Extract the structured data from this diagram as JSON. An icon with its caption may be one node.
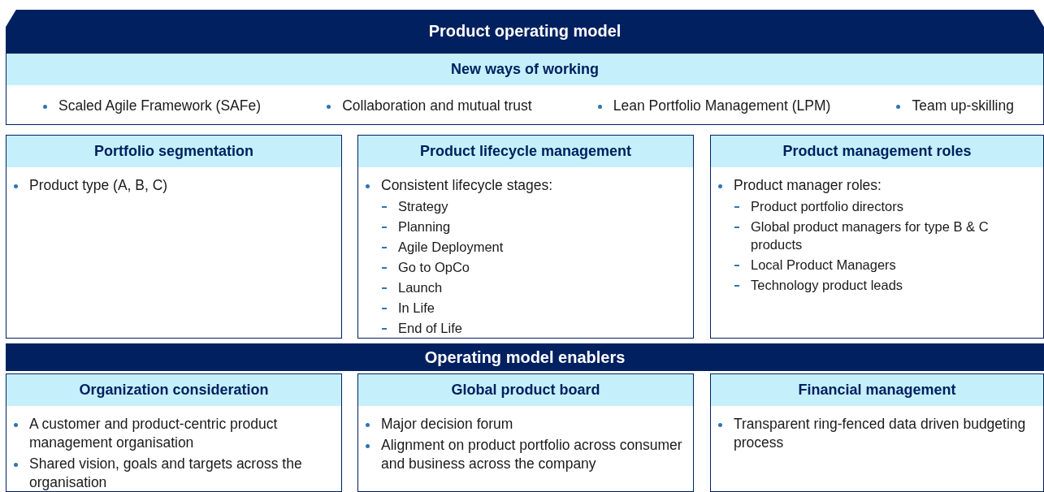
{
  "diagram": {
    "nodes": [
      {
        "text": [
          "Product operating model"
        ]
      },
      {
        "text": [
          "New ways of working",
          "Scaled Agile Framework (SAFe)",
          "Collaboration and mutual trust",
          "Lean Portfolio Management (LPM)",
          "Team up-skilling"
        ]
      },
      {
        "text": [
          "Portfolio segmentation",
          "Product type (A, B, C)"
        ]
      },
      {
        "text": [
          "Product lifecycle management",
          "Consistent lifecycle stages:",
          "Strategy",
          "Planning",
          "Agile Deployment",
          "Go to OpCo",
          "Launch",
          "In Life",
          "End of Life"
        ]
      },
      {
        "text": [
          "Product management roles",
          "Product manager roles:",
          "Product portfolio directors",
          "Global product managers for type B & C products",
          "Local Product Managers",
          "Technology product leads"
        ]
      },
      {
        "text": [
          "Operating model enablers"
        ]
      },
      {
        "text": [
          "Organization consideration",
          "A customer and product-centric product management organisation",
          "Shared vision, goals and targets across the organisation"
        ]
      },
      {
        "text": [
          "Global product board",
          "Major decision forum",
          "Alignment on product portfolio across consumer and business across the company"
        ]
      },
      {
        "text": [
          "Financial management",
          "Transparent ring-fenced data driven budgeting process"
        ]
      }
    ]
  }
}
